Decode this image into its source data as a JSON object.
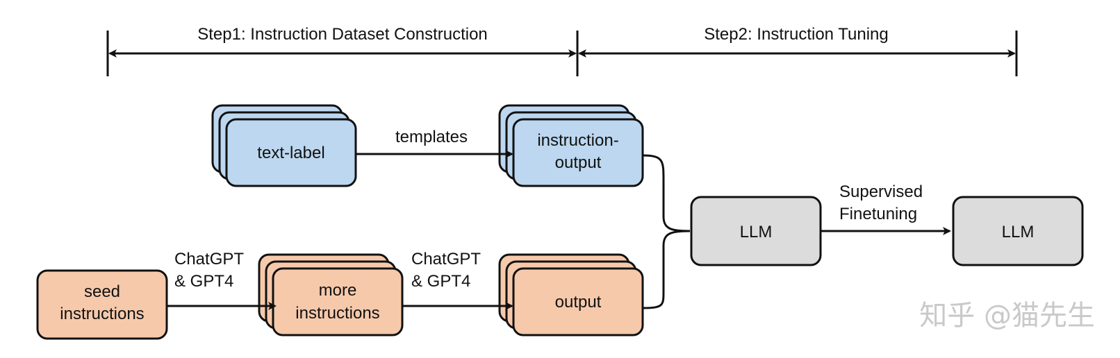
{
  "steps": {
    "step1": "Step1: Instruction Dataset Construction",
    "step2": "Step2: Instruction Tuning"
  },
  "nodes": {
    "text_label": "text-label",
    "instruction_output": [
      "instruction-",
      "output"
    ],
    "seed_instructions": [
      "seed",
      "instructions"
    ],
    "more_instructions": [
      "more",
      "instructions"
    ],
    "output": "output",
    "llm_base": "LLM",
    "llm_tuned": "LLM"
  },
  "edges": {
    "templates": "templates",
    "chatgpt_1": [
      "ChatGPT",
      "& GPT4"
    ],
    "chatgpt_2": [
      "ChatGPT",
      "& GPT4"
    ],
    "supervised": [
      "Supervised",
      "Finetuning"
    ]
  },
  "watermark": "知乎 @猫先生",
  "colors": {
    "blue": "#bcd7ef",
    "orange": "#f6c9ab",
    "gray": "#dcdcdc"
  }
}
